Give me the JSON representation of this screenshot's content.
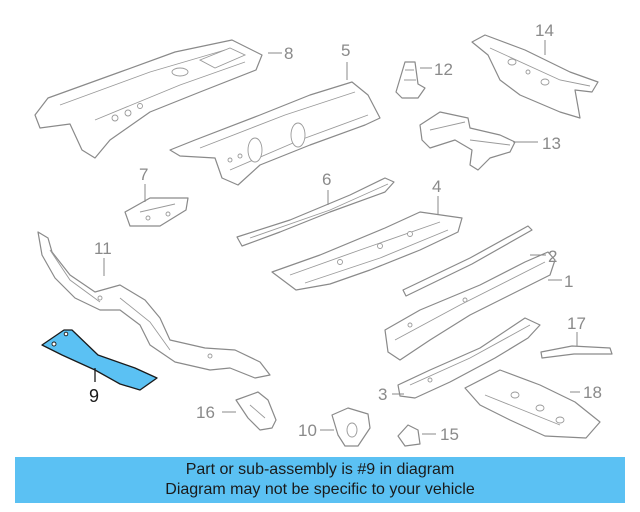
{
  "diagram": {
    "callouts": {
      "c1": "1",
      "c2": "2",
      "c3": "3",
      "c4": "4",
      "c5": "5",
      "c6": "6",
      "c7": "7",
      "c8": "8",
      "c9": "9",
      "c10": "10",
      "c11": "11",
      "c12": "12",
      "c13": "13",
      "c14": "14",
      "c15": "15",
      "c16": "16",
      "c17": "17",
      "c18": "18"
    },
    "highlighted_part": "9",
    "colors": {
      "highlight": "#5bc1f3",
      "line": "#8a8a8a",
      "banner": "#5bc1f3"
    }
  },
  "banner": {
    "line1": "Part or sub-assembly is #9 in diagram",
    "line2": "Diagram may not be specific to your vehicle"
  }
}
